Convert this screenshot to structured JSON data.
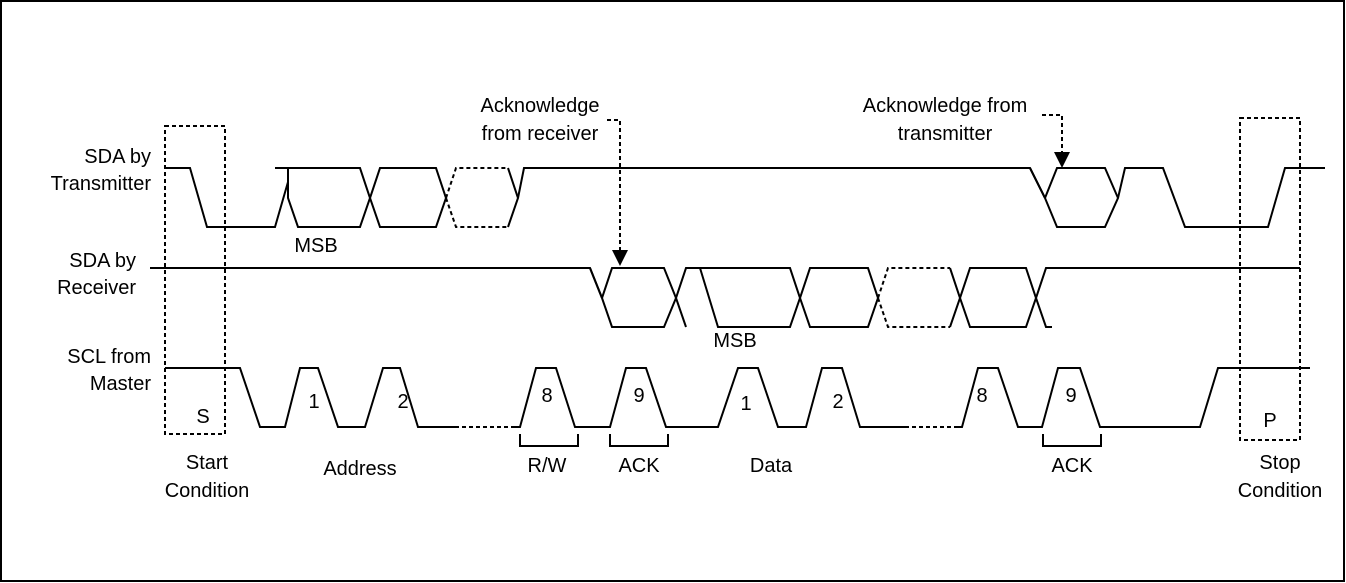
{
  "signals": {
    "sda_transmitter": [
      "SDA by",
      "Transmitter"
    ],
    "sda_receiver": [
      "SDA by",
      "Receiver"
    ],
    "scl_master": [
      "SCL from",
      "Master"
    ]
  },
  "annotations": {
    "ack_receiver": [
      "Acknowledge",
      "from receiver"
    ],
    "ack_transmitter": [
      "Acknowledge from",
      "transmitter"
    ]
  },
  "markers": {
    "start": "S",
    "stop": "P",
    "msb_address": "MSB",
    "msb_data": "MSB"
  },
  "clock_numbers": {
    "addr_1": "1",
    "addr_2": "2",
    "addr_8": "8",
    "addr_9": "9",
    "data_1": "1",
    "data_2": "2",
    "data_8": "8",
    "data_9": "9"
  },
  "phases": {
    "start": [
      "Start",
      "Condition"
    ],
    "address": "Address",
    "rw": "R/W",
    "ack1": "ACK",
    "data": "Data",
    "ack2": "ACK",
    "stop": [
      "Stop",
      "Condition"
    ]
  }
}
